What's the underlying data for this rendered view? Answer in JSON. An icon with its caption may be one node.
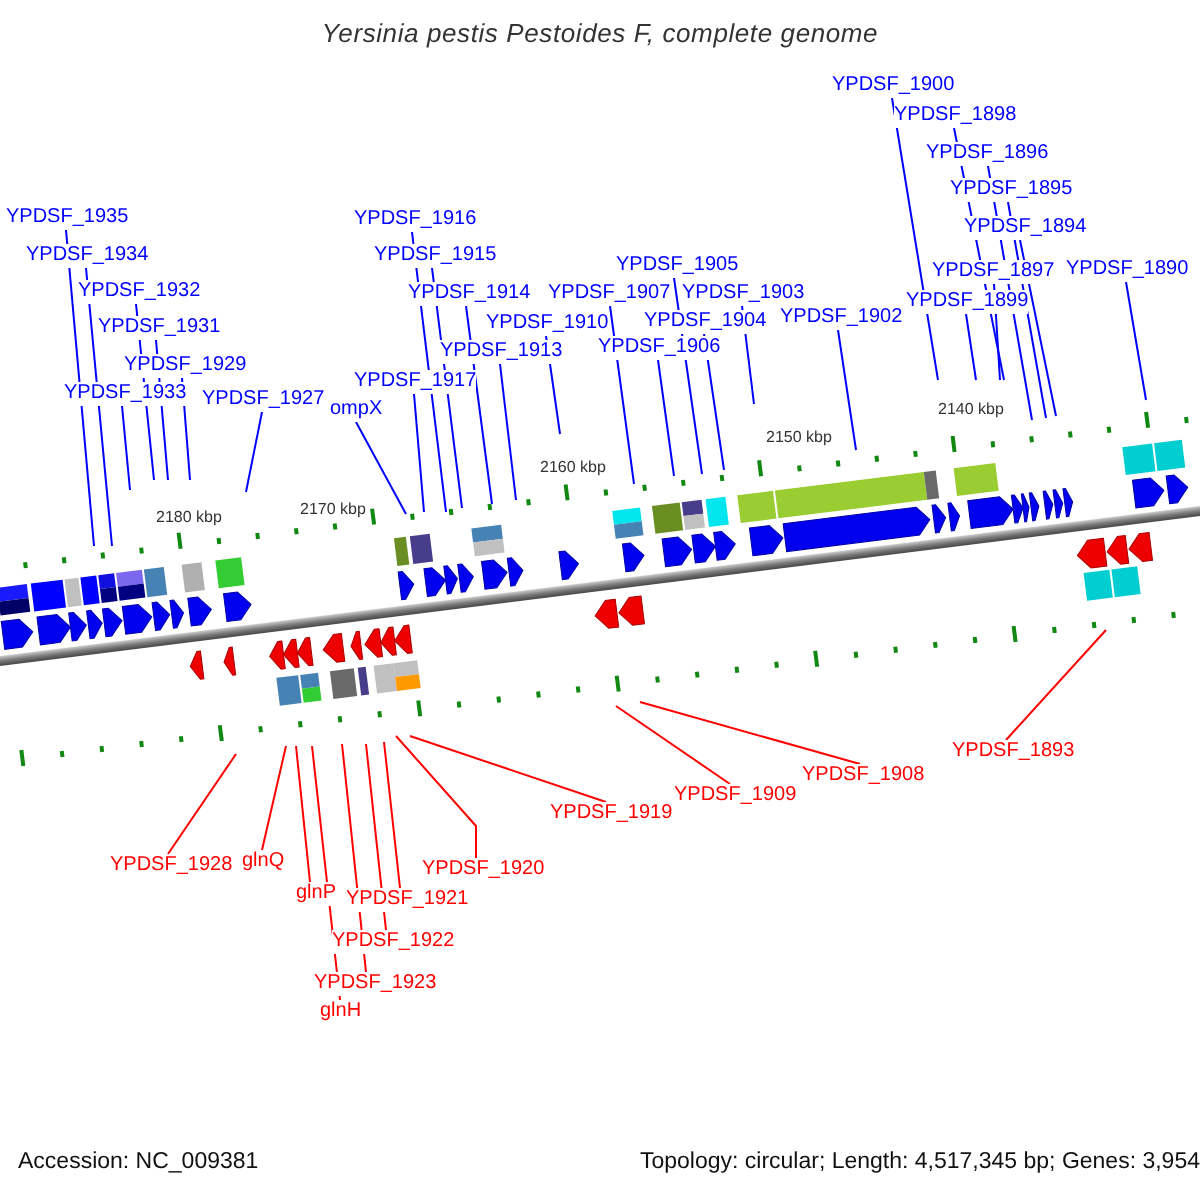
{
  "diagram": {
    "title": "Yersinia pestis Pestoides F, complete genome",
    "nodes": [
      {
        "text": [
          "YPDSF_1935"
        ]
      },
      {
        "text": [
          "YPDSF_1934"
        ]
      },
      {
        "text": [
          "YPDSF_1932"
        ]
      },
      {
        "text": [
          "YPDSF_1931"
        ]
      },
      {
        "text": [
          "YPDSF_1929"
        ]
      },
      {
        "text": [
          "YPDSF_1933"
        ]
      },
      {
        "text": [
          "YPDSF_1927"
        ]
      },
      {
        "text": [
          "YPDSF_1916"
        ]
      },
      {
        "text": [
          "YPDSF_1915"
        ]
      },
      {
        "text": [
          "YPDSF_1914"
        ]
      },
      {
        "text": [
          "YPDSF_1913"
        ]
      },
      {
        "text": [
          "YPDSF_1917"
        ]
      },
      {
        "text": [
          "YPDSF_1910"
        ]
      },
      {
        "text": [
          "ompX"
        ]
      },
      {
        "text": [
          "YPDSF_1907"
        ]
      },
      {
        "text": [
          "YPDSF_1905"
        ]
      },
      {
        "text": [
          "YPDSF_1906"
        ]
      },
      {
        "text": [
          "YPDSF_1903"
        ]
      },
      {
        "text": [
          "YPDSF_1904"
        ]
      },
      {
        "text": [
          "YPDSF_1902"
        ]
      },
      {
        "text": [
          "YPDSF_1900"
        ]
      },
      {
        "text": [
          "YPDSF_1898"
        ]
      },
      {
        "text": [
          "YPDSF_1896"
        ]
      },
      {
        "text": [
          "YPDSF_1895"
        ]
      },
      {
        "text": [
          "YPDSF_1894"
        ]
      },
      {
        "text": [
          "YPDSF_1897"
        ]
      },
      {
        "text": [
          "YPDSF_1899"
        ]
      },
      {
        "text": [
          "YPDSF_1890"
        ]
      },
      {
        "text": [
          "YPDSF_1928"
        ]
      },
      {
        "text": [
          "glnQ"
        ]
      },
      {
        "text": [
          "glnP"
        ]
      },
      {
        "text": [
          "YPDSF_1921"
        ]
      },
      {
        "text": [
          "YPDSF_1922"
        ]
      },
      {
        "text": [
          "YPDSF_1923"
        ]
      },
      {
        "text": [
          "glnH"
        ]
      },
      {
        "text": [
          "YPDSF_1920"
        ]
      },
      {
        "text": [
          "YPDSF_1919"
        ]
      },
      {
        "text": [
          "YPDSF_1909"
        ]
      },
      {
        "text": [
          "YPDSF_1908"
        ]
      },
      {
        "text": [
          "YPDSF_1893"
        ]
      }
    ],
    "edges": [
      {
        "from": 0,
        "to": null,
        "arrow": "none"
      },
      {
        "from": 1,
        "to": null,
        "arrow": "none"
      },
      {
        "from": 2,
        "to": null,
        "arrow": "none"
      },
      {
        "from": 3,
        "to": null,
        "arrow": "none"
      },
      {
        "from": 4,
        "to": null,
        "arrow": "none"
      },
      {
        "from": 5,
        "to": null,
        "arrow": "none"
      },
      {
        "from": 6,
        "to": null,
        "arrow": "none"
      },
      {
        "from": 7,
        "to": null,
        "arrow": "none"
      },
      {
        "from": 8,
        "to": null,
        "arrow": "none"
      },
      {
        "from": 9,
        "to": null,
        "arrow": "none"
      },
      {
        "from": 10,
        "to": null,
        "arrow": "none"
      },
      {
        "from": 11,
        "to": null,
        "arrow": "none"
      },
      {
        "from": 12,
        "to": null,
        "arrow": "none"
      },
      {
        "from": 13,
        "to": null,
        "arrow": "none"
      },
      {
        "from": 14,
        "to": null,
        "arrow": "none"
      },
      {
        "from": 15,
        "to": null,
        "arrow": "none"
      },
      {
        "from": 16,
        "to": null,
        "arrow": "none"
      },
      {
        "from": 17,
        "to": null,
        "arrow": "none"
      },
      {
        "from": 18,
        "to": null,
        "arrow": "none"
      },
      {
        "from": 19,
        "to": null,
        "arrow": "none"
      },
      {
        "from": 20,
        "to": null,
        "arrow": "none"
      },
      {
        "from": 21,
        "to": null,
        "arrow": "none"
      },
      {
        "from": 22,
        "to": null,
        "arrow": "none"
      },
      {
        "from": 23,
        "to": null,
        "arrow": "none"
      },
      {
        "from": 24,
        "to": null,
        "arrow": "none"
      },
      {
        "from": 25,
        "to": null,
        "arrow": "none"
      },
      {
        "from": 26,
        "to": null,
        "arrow": "none"
      },
      {
        "from": 27,
        "to": null,
        "arrow": "none"
      },
      {
        "from": 28,
        "to": null,
        "arrow": "none",
        "color": "#ff0000"
      },
      {
        "from": 29,
        "to": null,
        "arrow": "none",
        "color": "#ff0000"
      },
      {
        "from": 30,
        "to": null,
        "arrow": "none",
        "color": "#ff0000"
      },
      {
        "from": 31,
        "to": null,
        "arrow": "none",
        "color": "#ff0000"
      },
      {
        "from": 32,
        "to": null,
        "arrow": "none",
        "color": "#ff0000"
      },
      {
        "from": 33,
        "to": null,
        "arrow": "none",
        "color": "#ff0000"
      },
      {
        "from": 34,
        "to": null,
        "arrow": "none",
        "color": "#ff0000"
      },
      {
        "from": 35,
        "to": null,
        "arrow": "none",
        "color": "#ff0000"
      },
      {
        "from": 36,
        "to": null,
        "arrow": "none",
        "color": "#ff0000"
      },
      {
        "from": 37,
        "to": null,
        "arrow": "none",
        "color": "#ff0000"
      },
      {
        "from": 38,
        "to": null,
        "arrow": "none",
        "color": "#ff0000"
      },
      {
        "from": 39,
        "to": null,
        "arrow": "none",
        "color": "#ff0000"
      }
    ],
    "labels": [
      "2180 kbp",
      "2170 kbp",
      "2160 kbp",
      "2150 kbp",
      "2140 kbp",
      "Accession: NC_009381",
      "Topology: circular; Length: 4,517,345 bp; Genes: 3,954"
    ]
  }
}
